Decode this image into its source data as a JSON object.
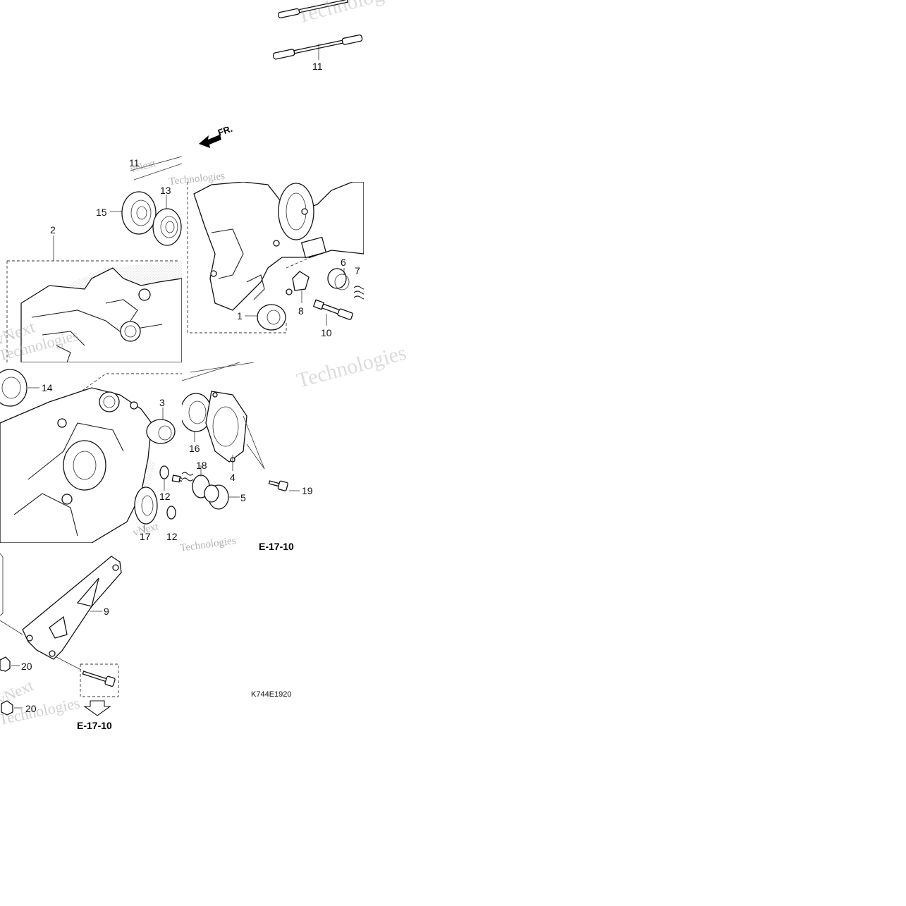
{
  "diagram": {
    "direction_label": "FR.",
    "reference_labels": [
      "E-17-10",
      "E-17-10"
    ],
    "drawing_code": "K744E1920",
    "watermark_lines": [
      "vNext",
      "Technologies"
    ],
    "callouts": [
      "1",
      "2",
      "3",
      "4",
      "5",
      "6",
      "7",
      "8",
      "9",
      "10",
      "11",
      "11",
      "12",
      "12",
      "13",
      "14",
      "15",
      "16",
      "17",
      "18",
      "19",
      "20",
      "20"
    ]
  }
}
